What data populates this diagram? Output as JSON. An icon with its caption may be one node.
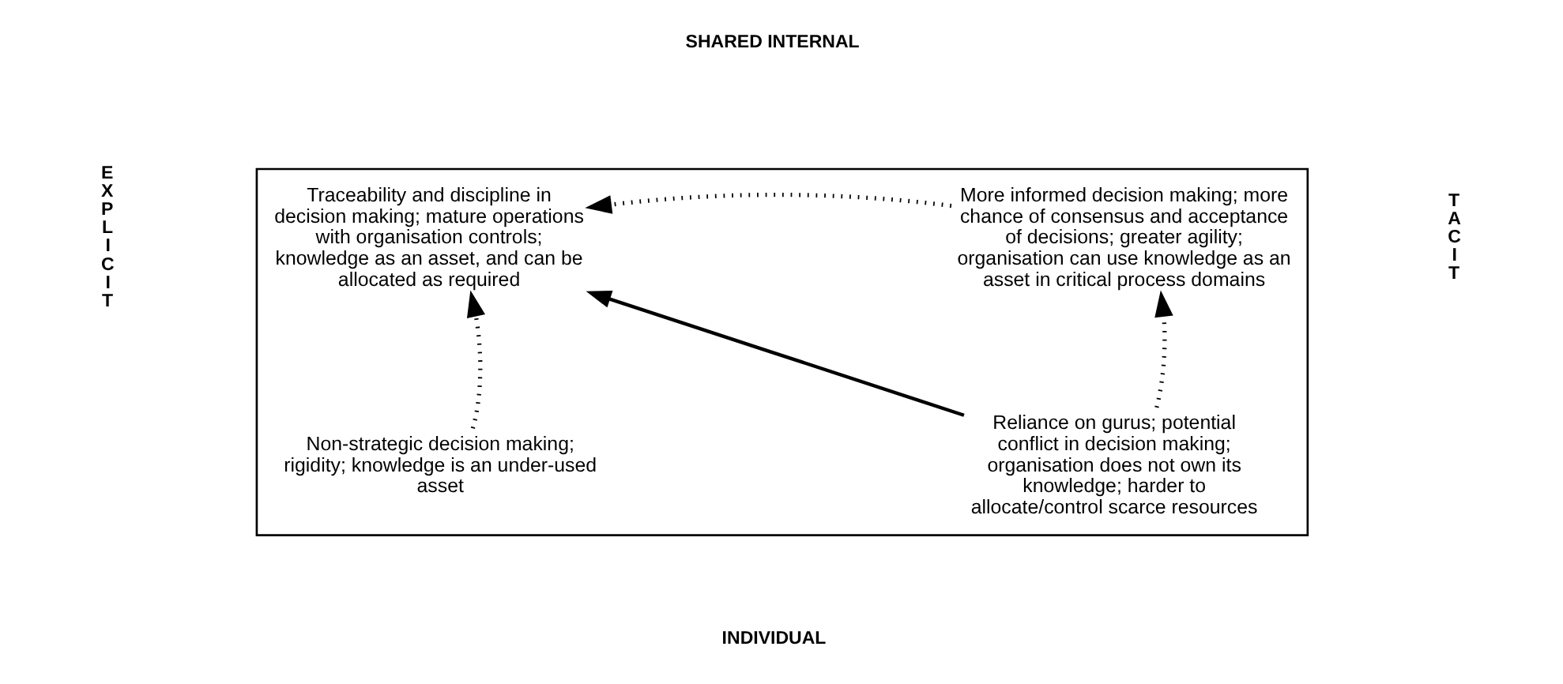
{
  "diagram": {
    "nodes": [
      {
        "text": [],
        "shape": "box"
      },
      {
        "text": [
          "Traceability and discipline in decision making; mature operations with organisation controls; knowledge as an asset, and can be allocated as required"
        ],
        "in": 0
      },
      {
        "text": [
          "More informed decision making; more chance of consensus and acceptance of decisions; greater agility; organisation can use knowledge as an asset in critical process domains"
        ],
        "in": 0
      },
      {
        "text": [
          "Non-strategic decision making; rigidity; knowledge is an under-used asset"
        ],
        "in": 0
      },
      {
        "text": [
          "Reliance on gurus; potential conflict in decision making; organisation does not own its knowledge; harder to allocate/control scarce resources"
        ],
        "in": 0
      }
    ],
    "edges": [
      {
        "from": 2,
        "to": 1,
        "arrow": "to",
        "style": "dashed"
      },
      {
        "from": 4,
        "to": 1,
        "arrow": "to"
      },
      {
        "from": 3,
        "to": 1,
        "arrow": "to",
        "style": "dashed"
      },
      {
        "from": 4,
        "to": 2,
        "arrow": "to",
        "style": "dashed"
      }
    ],
    "labels": [
      "SHARED INTERNAL",
      "EXPLICIT",
      "TACIT",
      "INDIVIDUAL"
    ]
  }
}
